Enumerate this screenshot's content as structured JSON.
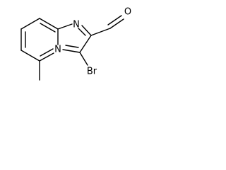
{
  "molecule": {
    "atoms": {
      "n_bridge": "N",
      "n_imine": "N",
      "bromine": "Br",
      "oxygen": "O"
    }
  },
  "colors": {
    "bond": "#000000",
    "label": "#000000",
    "background": "#ffffff"
  }
}
